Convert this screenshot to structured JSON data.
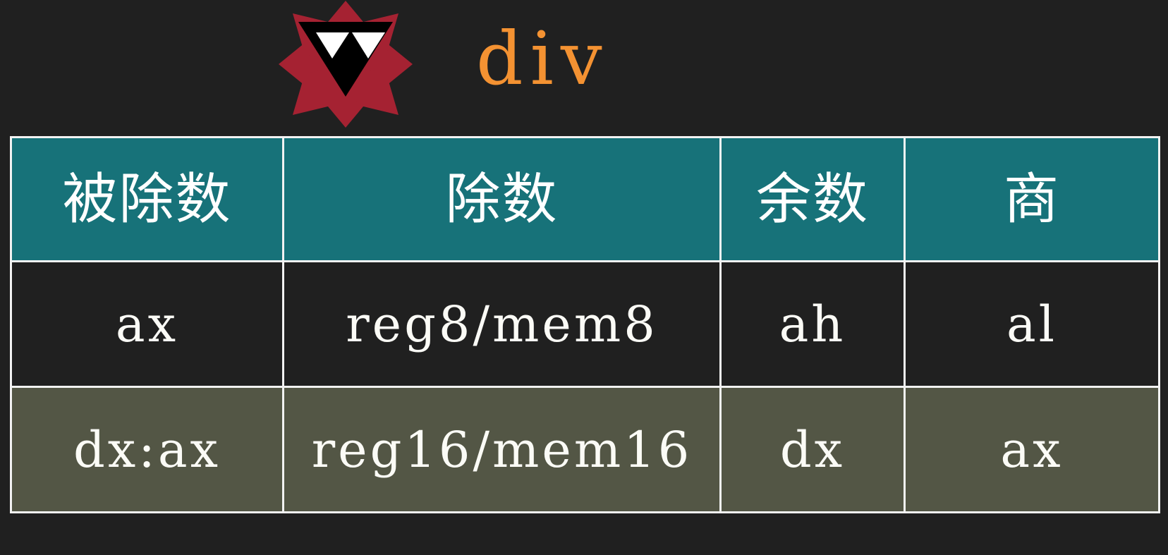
{
  "slide": {
    "title": "div",
    "logo_icon": "ox-star-logo-icon",
    "background_color": "#202020",
    "title_color": "#f49232"
  },
  "table": {
    "name": "div-operand-table",
    "header_background": "#177279",
    "row_alt_background": "#535645",
    "border_color": "#f2f2f2",
    "columns": [
      {
        "key": "dividend",
        "label": "被除数"
      },
      {
        "key": "divisor",
        "label": "除数"
      },
      {
        "key": "remainder",
        "label": "余数"
      },
      {
        "key": "quotient",
        "label": "商"
      }
    ],
    "rows": [
      {
        "style": "dark",
        "cells": [
          "ax",
          "reg8/mem8",
          "ah",
          "al"
        ]
      },
      {
        "style": "olive",
        "cells": [
          "dx:ax",
          "reg16/mem16",
          "dx",
          "ax"
        ]
      }
    ]
  }
}
